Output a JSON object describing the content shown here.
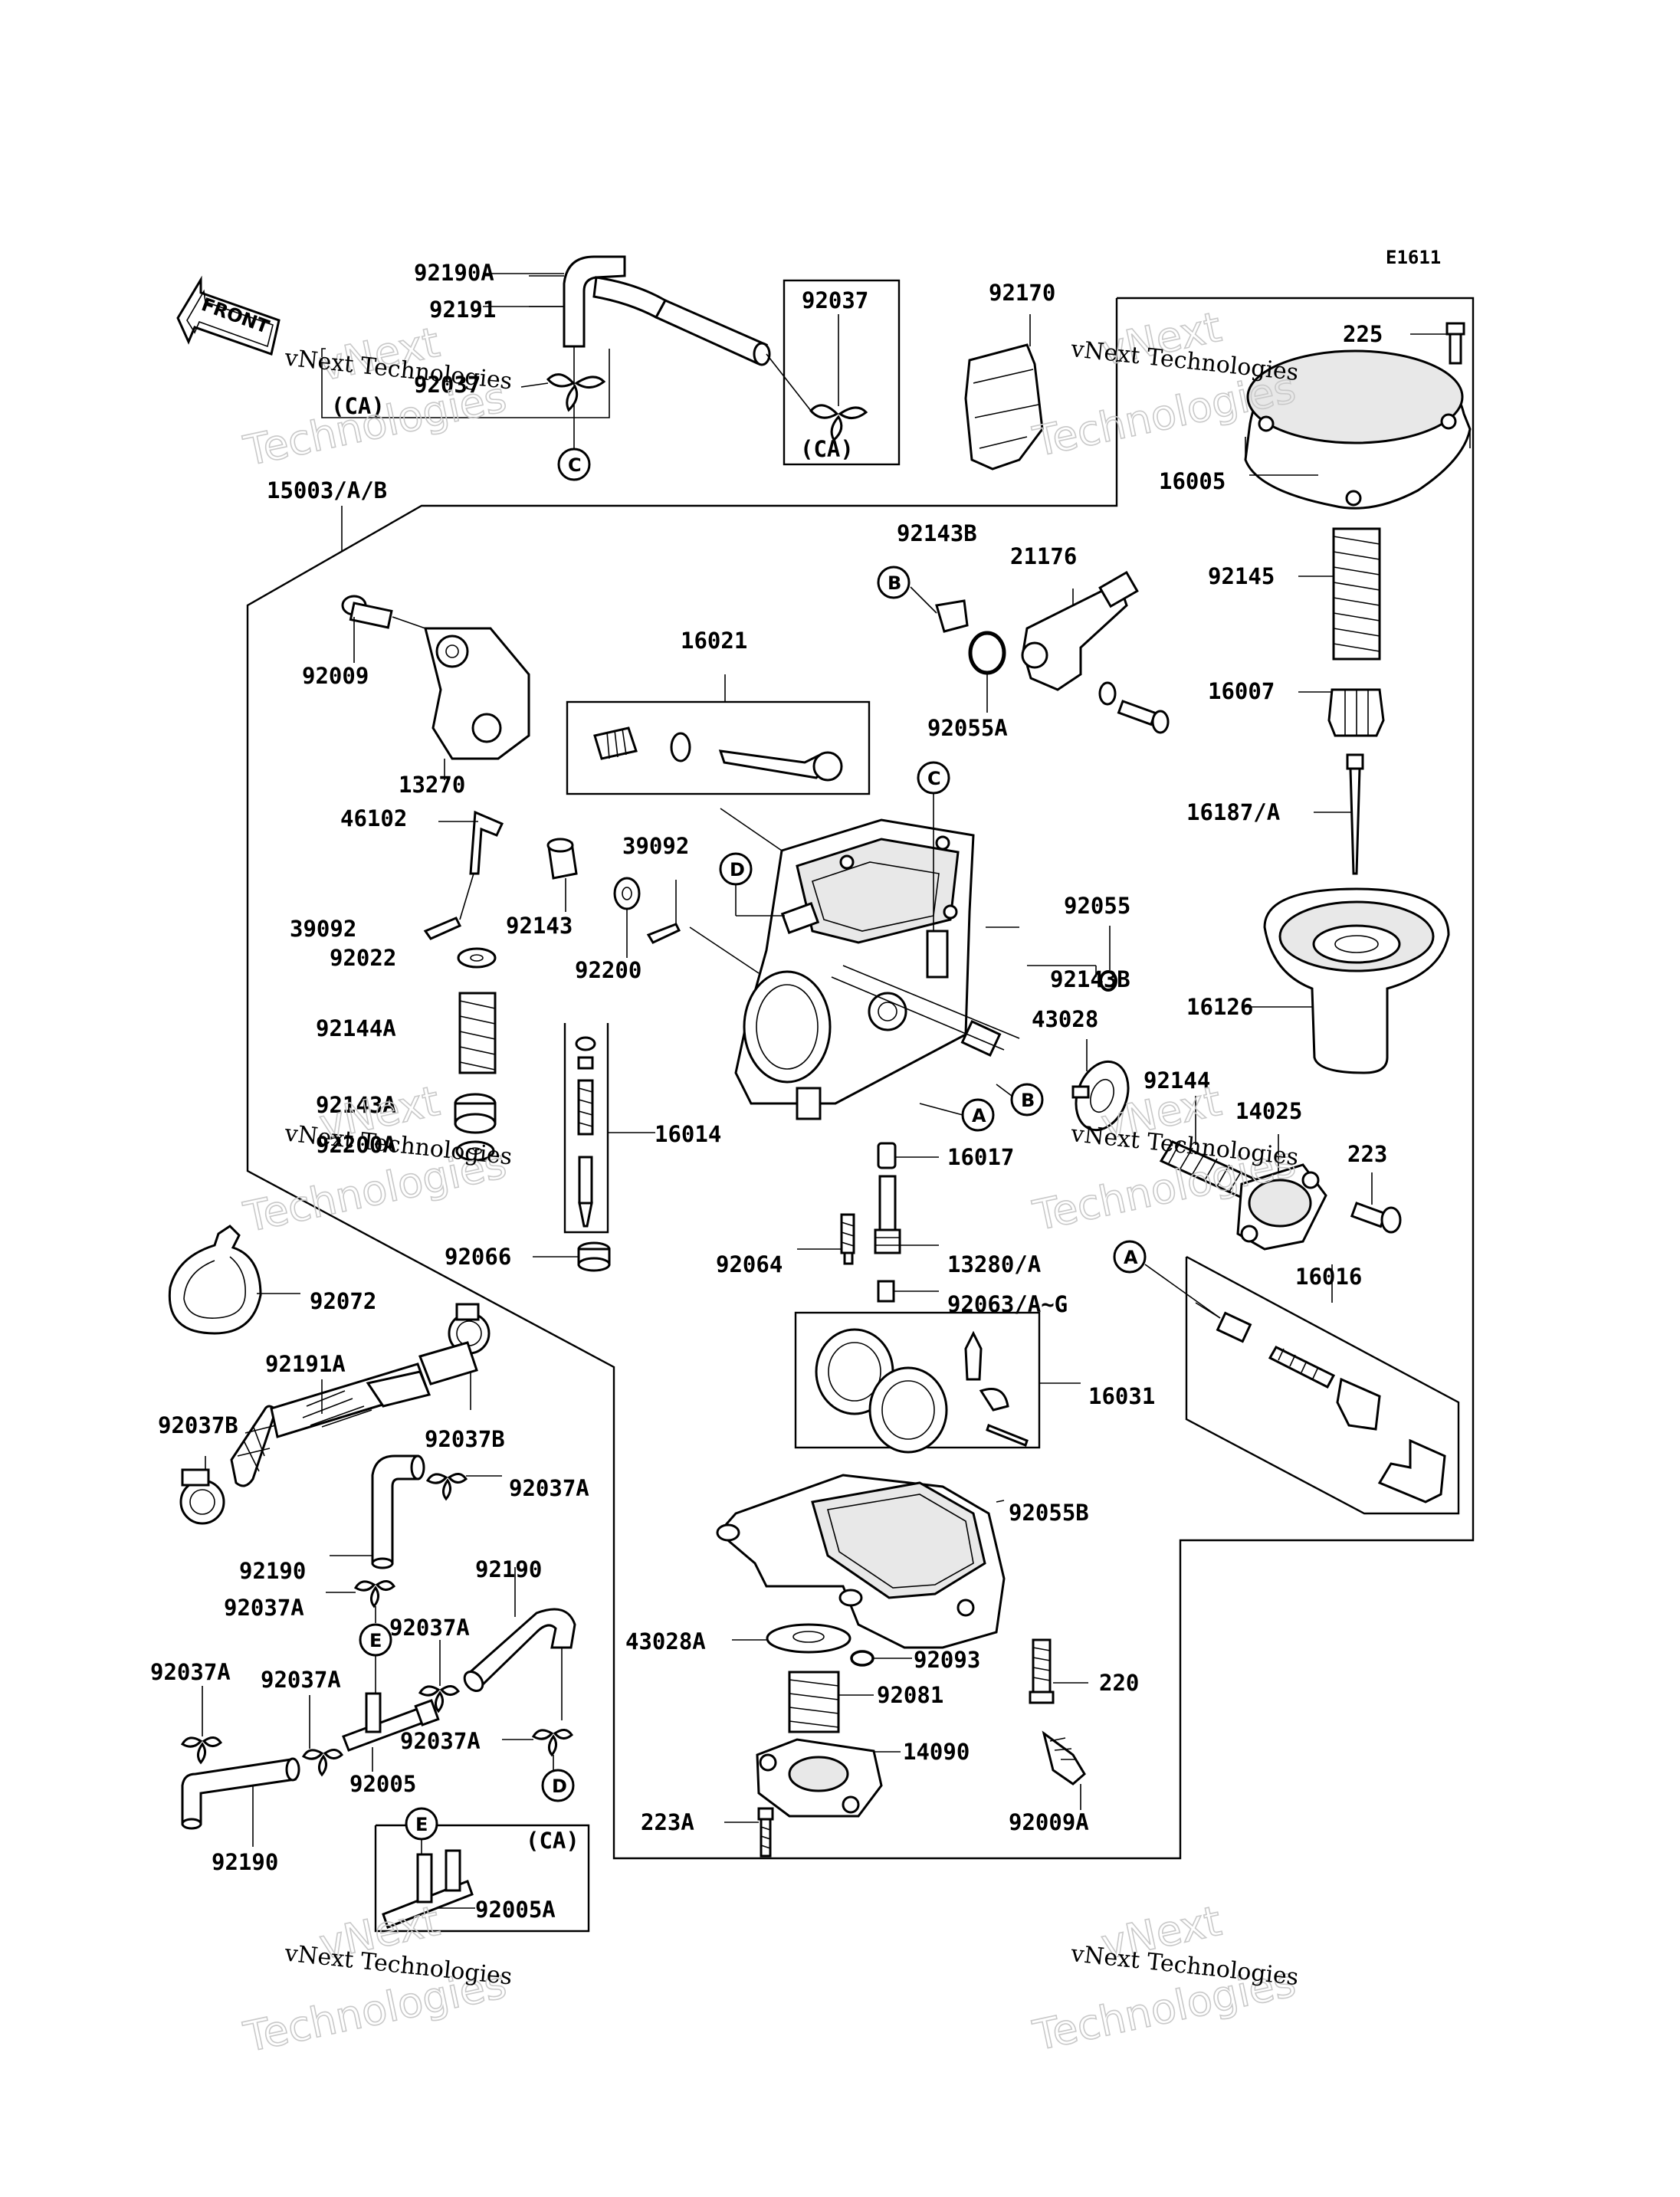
{
  "diagram_code": "E1611",
  "front_label": "FRONT",
  "watermark": {
    "line1": "vNext Technologies",
    "line2": "vNext",
    "line3": "Technologies"
  },
  "part_labels": [
    "92190A",
    "92191",
    "92037",
    "(CA)",
    "92037",
    "(CA)",
    "92170",
    "225",
    "16005",
    "15003/A/B",
    "92143B",
    "21176",
    "92145",
    "92009",
    "16021",
    "92055A",
    "16007",
    "13270",
    "46102",
    "39092",
    "16187/A",
    "39092",
    "92143",
    "92055",
    "92022",
    "92200",
    "16126",
    "92144A",
    "43028",
    "92143B",
    "92144",
    "14025",
    "92143A",
    "16014",
    "92200A",
    "223",
    "16017",
    "92066",
    "92064",
    "13280/A",
    "92072",
    "16016",
    "92063/A~G",
    "92191A",
    "16031",
    "92037B",
    "92037B",
    "92037A",
    "92055B",
    "92190",
    "92190",
    "92037A",
    "92037A",
    "43028A",
    "92093",
    "220",
    "92037A",
    "92037A",
    "92081",
    "92037A",
    "14090",
    "92005",
    "223A",
    "92009A",
    "92190",
    "(CA)",
    "92005A"
  ],
  "callouts": [
    "C",
    "B",
    "C",
    "D",
    "A",
    "B",
    "A",
    "E",
    "D",
    "E"
  ]
}
